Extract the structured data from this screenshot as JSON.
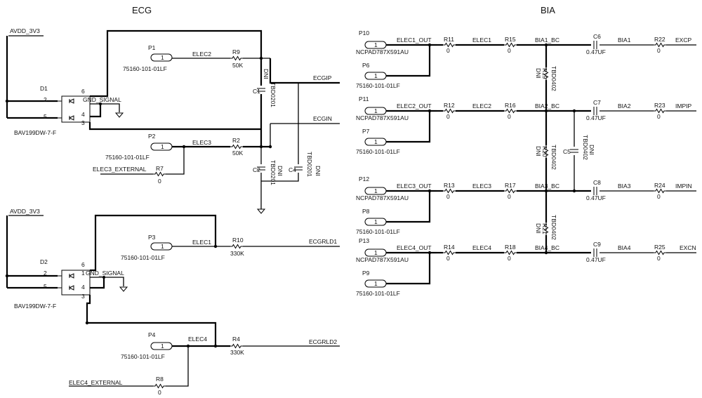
{
  "ecg": {
    "title": "ECG",
    "avdd1": "AVDD_3V3",
    "d1": {
      "name": "D1",
      "part": "BAV199DW-7-F",
      "pins": [
        "2",
        "5",
        "6",
        "4",
        "3"
      ],
      "gnd": "GND_SIGNAL"
    },
    "p1": {
      "name": "P1",
      "pin": "1",
      "part": "75160-101-01LF",
      "net": "ELEC2"
    },
    "r9": {
      "name": "R9",
      "value": "50K"
    },
    "c1": {
      "name": "C1",
      "value": "TBD0201",
      "dni": "DNI"
    },
    "ecgip": "ECGIP",
    "ecgin": "ECGIN",
    "p2": {
      "name": "P2",
      "pin": "1",
      "part": "75160-101-01LF",
      "net": "ELEC3"
    },
    "r2": {
      "name": "R2",
      "value": "50K"
    },
    "c2": {
      "name": "C2",
      "value": "TBD0201",
      "dni": "DNI"
    },
    "c4": {
      "name": "C4",
      "value": "TBD0201",
      "dni": "DNI"
    },
    "elec3_ext": "ELEC3_EXTERNAL",
    "r7": {
      "name": "R7",
      "value": "0"
    },
    "avdd2": "AVDD_3V3",
    "d2": {
      "name": "D2",
      "part": "BAV199DW-7-F",
      "pins": [
        "2",
        "5",
        "6",
        "1",
        "4",
        "3"
      ],
      "gnd": "GND_SIGNAL"
    },
    "p3": {
      "name": "P3",
      "pin": "1",
      "part": "75160-101-01LF",
      "net": "ELEC1"
    },
    "r10": {
      "name": "R10",
      "value": "330K"
    },
    "ecgrld1": "ECGRLD1",
    "p4": {
      "name": "P4",
      "pin": "1",
      "part": "75160-101-01LF",
      "net": "ELEC4"
    },
    "r4": {
      "name": "R4",
      "value": "330K"
    },
    "ecgrld2": "ECGRLD2",
    "elec4_ext": "ELEC4_EXTERNAL",
    "r8": {
      "name": "R8",
      "value": "0"
    }
  },
  "bia": {
    "title": "BIA",
    "pad_part": "NCPAD787X591AU",
    "conn_part": "75160-101-01LF",
    "cap_value": "0.47UF",
    "tbd": "TBD0402",
    "dni": "DNI",
    "pin": "1",
    "rows": [
      {
        "pad": "P10",
        "out": "ELEC1_OUT",
        "r1": "R11",
        "r1v": "0",
        "net": "ELEC1",
        "r2": "R15",
        "r2v": "0",
        "bc": "BIA1_BC",
        "cap": "C6",
        "bnet": "BIA1",
        "r3": "R22",
        "r3v": "0",
        "out_net": "EXCP",
        "conn": "P6"
      },
      {
        "pad": "P11",
        "out": "ELEC2_OUT",
        "r1": "R12",
        "r1v": "0",
        "net": "ELEC2",
        "r2": "R16",
        "r2v": "0",
        "bc": "BIA2_BC",
        "cap": "C7",
        "bnet": "BIA2",
        "r3": "R23",
        "r3v": "0",
        "out_net": "IMPIP",
        "conn": "P7"
      },
      {
        "pad": "P12",
        "out": "ELEC3_OUT",
        "r1": "R13",
        "r1v": "0",
        "net": "ELEC3",
        "r2": "R17",
        "r2v": "0",
        "bc": "BIA3_BC",
        "cap": "C8",
        "bnet": "BIA3",
        "r3": "R24",
        "r3v": "0",
        "out_net": "IMPIN",
        "conn": "P8"
      },
      {
        "pad": "P13",
        "out": "ELEC4_OUT",
        "r1": "R14",
        "r1v": "0",
        "net": "ELEC4",
        "r2": "R18",
        "r2v": "0",
        "bc": "BIA4_BC",
        "cap": "C9",
        "bnet": "BIA4",
        "r3": "R25",
        "r3v": "0",
        "out_net": "EXCN",
        "conn": "P9"
      }
    ],
    "shunts": [
      {
        "name": "R19"
      },
      {
        "name": "R20"
      },
      {
        "name": "R21"
      }
    ],
    "c5": {
      "name": "C5",
      "value": "TBD0402",
      "dni": "DNI"
    }
  }
}
